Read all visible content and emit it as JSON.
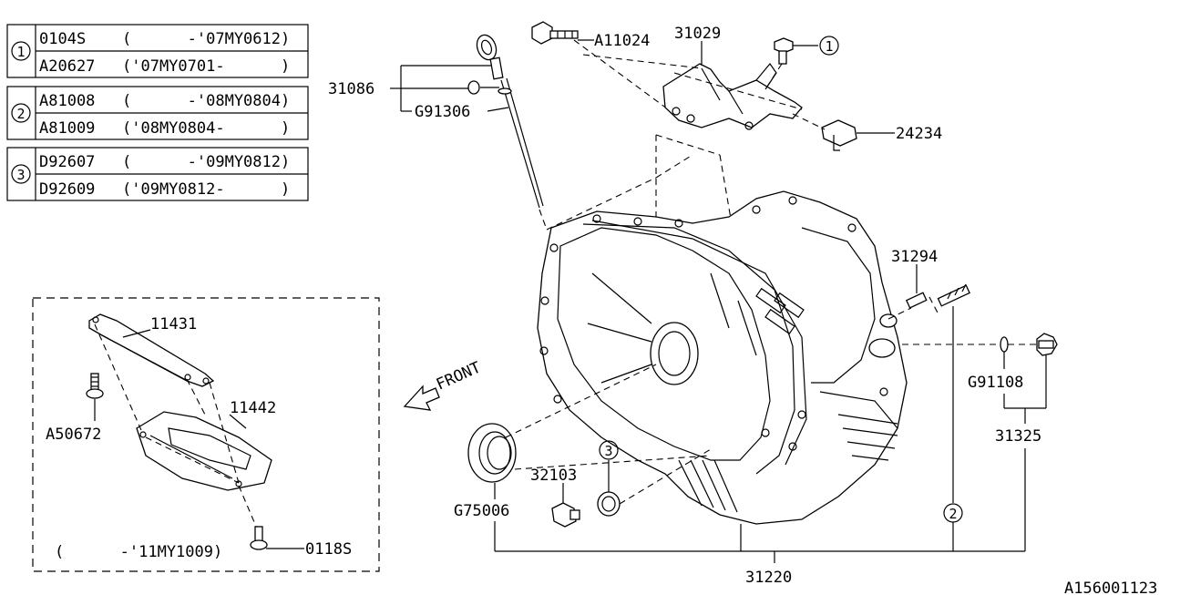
{
  "supersession_tables": [
    {
      "ref": "1",
      "rows": [
        {
          "part": "0104S",
          "range": "(      -'07MY0612)"
        },
        {
          "part": "A20627",
          "range": "('07MY0701-      )"
        }
      ]
    },
    {
      "ref": "2",
      "rows": [
        {
          "part": "A81008",
          "range": "(      -'08MY0804)"
        },
        {
          "part": "A81009",
          "range": "('08MY0804-      )"
        }
      ]
    },
    {
      "ref": "3",
      "rows": [
        {
          "part": "D92607",
          "range": "(      -'09MY0812)"
        },
        {
          "part": "D92609",
          "range": "('09MY0812-      )"
        }
      ]
    }
  ],
  "inset": {
    "labels": {
      "cover_bracket": "11431",
      "cover": "11442",
      "cover_bolt": "A50672",
      "lower_bolt": "0118S"
    },
    "range_note": "(      -'11MY1009)"
  },
  "front_label": "FRONT",
  "callouts": {
    "bracket_bolt": "A11024",
    "bracket": "31029",
    "bracket_bolt_ref": "1",
    "bracket_clip": "24234",
    "dipstick_assy": "31086",
    "dipstick_o_ring": "G91306",
    "dowel_pin": "31294",
    "gasket": "G91108",
    "drain_plug_assy": "31325",
    "oil_seal": "G75006",
    "plug": "32103",
    "plug_gasket_ref": "3",
    "stud_ref": "2",
    "transmission_case": "31220"
  },
  "diagram_id": "A156001123"
}
